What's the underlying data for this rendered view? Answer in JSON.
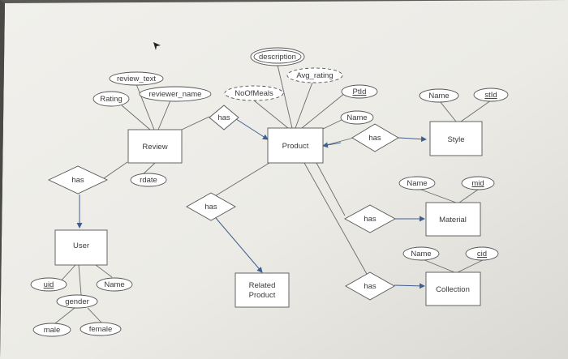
{
  "entities": {
    "review": "Review",
    "product": "Product",
    "style": "Style",
    "material": "Material",
    "collection": "Collection",
    "user": "User",
    "related_product": [
      "Related",
      "Product"
    ]
  },
  "relationships": {
    "review_product": "has",
    "user_review": "has",
    "product_style": "has",
    "product_material": "has",
    "product_collection": "has",
    "product_related": "has"
  },
  "attributes": {
    "review_text": "review_text",
    "rating": "Rating",
    "reviewer_name": "reviewer_name",
    "rdate": "rdate",
    "description": "description",
    "avg_rating": "Avg_rating",
    "noofmeals": "NoOfMeals",
    "ptid": "PtId",
    "product_name": "Name",
    "style_name": "Name",
    "stid": "stId",
    "material_name": "Name",
    "mid": "mid",
    "collection_name": "Name",
    "cid": "cid",
    "uid": "uid",
    "user_name": "Name",
    "gender": "gender",
    "male": "male",
    "female": "female"
  }
}
